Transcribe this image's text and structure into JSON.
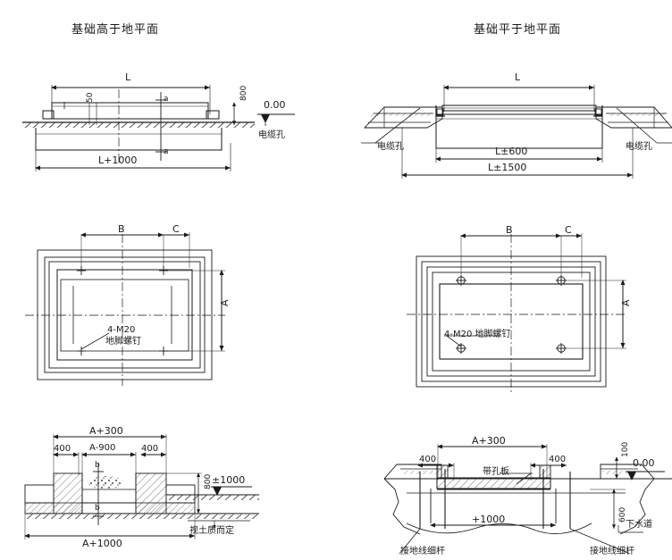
{
  "drawing": {
    "type": "engineering-drawing",
    "subject": "Transformer / cabinet foundation installation detail",
    "background_color": "#ffffff",
    "line_color": "#1a1a1a",
    "hatch_color": "#555555"
  },
  "panels": {
    "top_left": {
      "title": "基础高于地平面",
      "labels": {
        "overall_top": "L",
        "overall_bottom": "L+1000",
        "height_small": "50",
        "height_big": "800",
        "level_mark": "0.00",
        "cable_hole": "电缆孔",
        "section_mark_top": "a",
        "section_mark_bottom": "a"
      }
    },
    "top_right": {
      "title": "基础平于地平面",
      "labels": {
        "overall_top": "L",
        "dim_mid": "L±600",
        "dim_bottom": "L±1500",
        "cable_hole_left": "电缆孔",
        "cable_hole_right": "电缆孔"
      }
    },
    "mid_left": {
      "labels": {
        "dim_b": "B",
        "dim_c": "C",
        "dim_a": "A",
        "bolt_note_line1": "4-M20",
        "bolt_note_line2": "地脚螺钉"
      }
    },
    "mid_right": {
      "labels": {
        "dim_b": "B",
        "dim_c": "C",
        "dim_a": "A",
        "bolt_note": "4-M20 地脚螺钉"
      }
    },
    "bottom_left": {
      "labels": {
        "dim_top": "A+300",
        "dim_left_400": "400",
        "dim_mid": "A-900",
        "dim_right_400": "400",
        "dim_bottom": "A+1000",
        "depth": "800",
        "level_mark": "±1000",
        "soil_note": "视土质而定",
        "section_mark_top": "b",
        "section_mark_bottom": "b"
      }
    },
    "bottom_right": {
      "labels": {
        "dim_top": "A+300",
        "dim_left_400": "400",
        "dim_right_400": "400",
        "perforated_plate": "带孔板",
        "height_100": "100",
        "level_mark": "0.00",
        "depth_600": "600",
        "sewer": "下水道",
        "dim_bottom": "+1000",
        "ground_rod_left": "接地线细杆",
        "ground_rod_right": "接地线细杆"
      }
    }
  }
}
